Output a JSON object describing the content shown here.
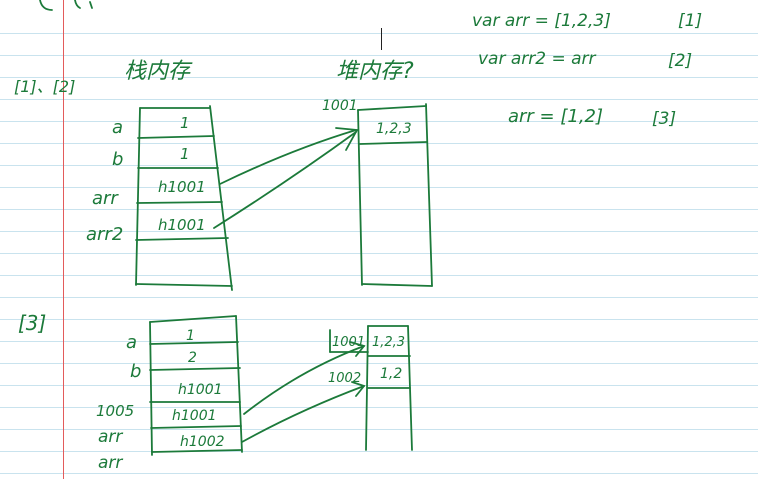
{
  "ink_color": "#1c7a3a",
  "margin_color": "#e35b5b",
  "rule_color": "#c9e3ee",
  "code_lines": [
    {
      "code": "var arr = [1,2,3]",
      "tag": "[1]"
    },
    {
      "code": "var arr2 = arr",
      "tag": "[2]"
    },
    {
      "code": "arr = [1,2]",
      "tag": "[3]"
    }
  ],
  "section1": {
    "label": "[1]、[2]",
    "stack_title": "栈内存",
    "heap_title": "堆内存?",
    "stack_rows": [
      {
        "name": "a",
        "value": "1"
      },
      {
        "name": "b",
        "value": "1"
      },
      {
        "name": "arr",
        "value": "h1001"
      },
      {
        "name": "arr2",
        "value": "h1001"
      }
    ],
    "heap_addr": "1001",
    "heap_value": "1,2,3"
  },
  "section2": {
    "label": "[3]",
    "stack_rows": [
      {
        "name": "a",
        "value": "1"
      },
      {
        "name": "b",
        "value": "2"
      },
      {
        "name": "1005",
        "value": "h1001"
      },
      {
        "name": "arr",
        "value": "h1001"
      },
      {
        "name": "arr",
        "value": "h1002"
      }
    ],
    "heap_rows": [
      {
        "addr": "1001",
        "value": "1,2,3"
      },
      {
        "addr": "1002",
        "value": "1,2"
      }
    ]
  }
}
